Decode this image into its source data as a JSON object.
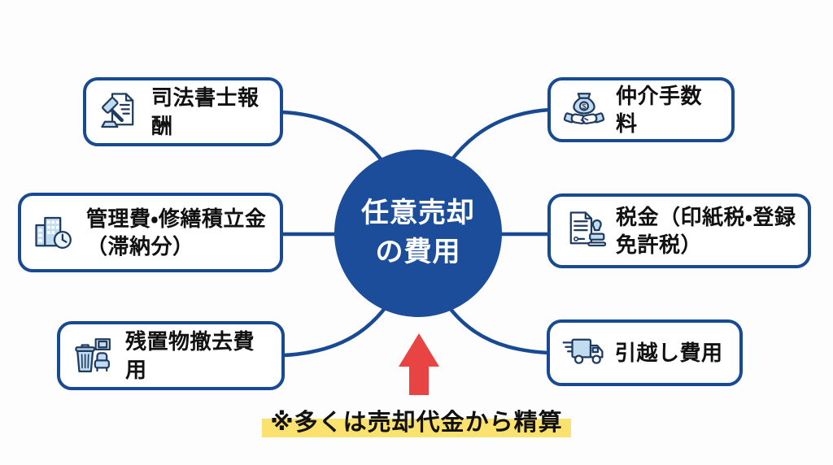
{
  "center": {
    "lines": [
      "任意売却",
      "の費用"
    ]
  },
  "nodes": [
    {
      "name": "judicial-scrivener-fee",
      "icon": "gavel-document-icon",
      "lines": [
        "司法書士報酬"
      ]
    },
    {
      "name": "management-fee",
      "icon": "building-clock-icon",
      "lines": [
        "管理費・修繕積立金",
        "（滞納分）"
      ]
    },
    {
      "name": "leftover-removal-fee",
      "icon": "trash-furniture-icon",
      "lines": [
        "残置物撤去費用"
      ]
    },
    {
      "name": "brokerage-fee",
      "icon": "money-bag-handshake-icon",
      "lines": [
        "仲介手数料"
      ]
    },
    {
      "name": "tax",
      "icon": "document-stamp-icon",
      "lines": [
        "税金（印紙税・登録",
        "免許税）"
      ]
    },
    {
      "name": "moving-fee",
      "icon": "moving-truck-icon",
      "lines": [
        "引越し費用"
      ]
    }
  ],
  "footnote": {
    "text": "※多くは売却代金から精算"
  },
  "colors": {
    "line": "#174a93",
    "circle": "#1c4d9b",
    "box_border": "#174a93",
    "arrow_red": "#e84444",
    "highlight_yellow": "#fbe26e",
    "icon_fill": "#c2dcef",
    "icon_stroke": "#1f3b60",
    "text": "#111111",
    "background": "#fdfdfd",
    "center_text": "#ffffff"
  }
}
